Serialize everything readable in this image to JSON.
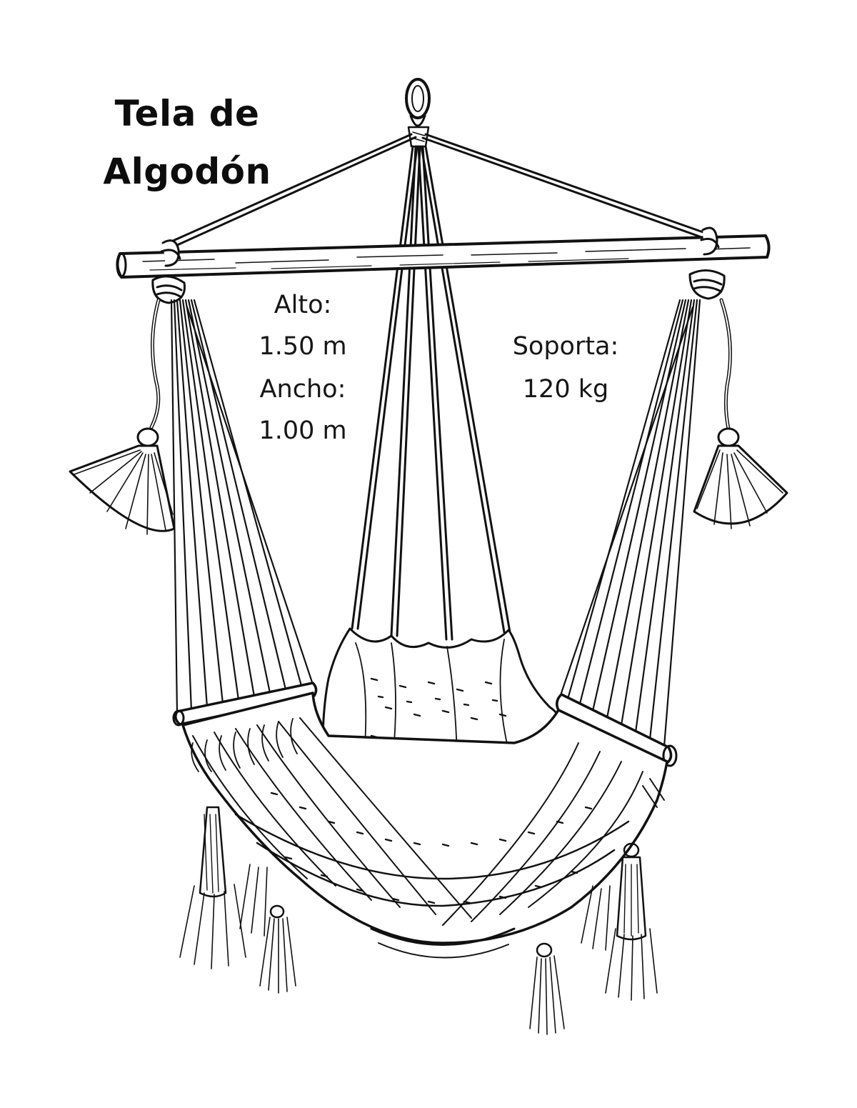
{
  "title": {
    "line1": "Tela de",
    "line2": "Algodón"
  },
  "specs": {
    "alto_label": "Alto:",
    "alto_value": "1.50 m",
    "ancho_label": "Ancho:",
    "ancho_value": "1.00 m",
    "soporta_label": "Soporta:",
    "soporta_value": "120 kg"
  },
  "colors": {
    "ink": "#111111",
    "paper": "#ffffff"
  }
}
